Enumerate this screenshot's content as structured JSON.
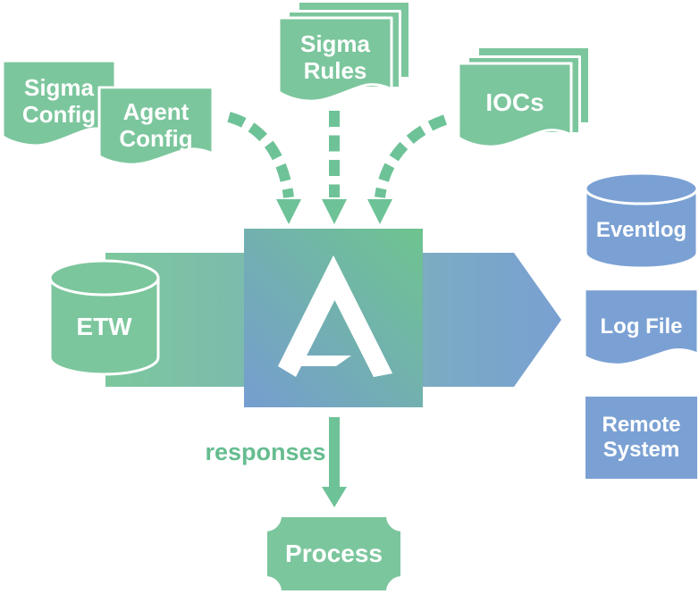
{
  "colors": {
    "background": "#ffffff",
    "green": "#7cc69d",
    "green_accent": "#6ec297",
    "blue": "#7ba1d4",
    "square_green": "#6ec48f",
    "square_blue": "#769dd0",
    "arrow_green": "#7cc79d",
    "arrow_blue": "#7aa0d2",
    "label_text": "#ffffff",
    "responses_text": "#66bd90"
  },
  "nodes": {
    "sigma_config": {
      "label": "Sigma Config",
      "shape": "document"
    },
    "agent_config": {
      "label": "Agent Config",
      "shape": "document"
    },
    "sigma_rules": {
      "label": "Sigma Rules",
      "shape": "document-stack"
    },
    "iocs": {
      "label": "IOCs",
      "shape": "document-stack"
    },
    "etw": {
      "label": "ETW",
      "shape": "cylinder"
    },
    "eventlog": {
      "label": "Eventlog",
      "shape": "cylinder"
    },
    "log_file": {
      "label": "Log File",
      "shape": "document"
    },
    "remote_system": {
      "label": "Remote System",
      "shape": "rectangle"
    },
    "process": {
      "label": "Process",
      "shape": "plaque"
    }
  },
  "edges": {
    "responses_label": "responses",
    "flows": [
      {
        "from": "agent_config",
        "to": "core",
        "style": "dashed-arrow"
      },
      {
        "from": "sigma_rules",
        "to": "core",
        "style": "dashed-arrow"
      },
      {
        "from": "iocs",
        "to": "core",
        "style": "dashed-arrow"
      },
      {
        "from": "etw",
        "to": "eventlog / log_file / remote_system",
        "style": "gradient-arrow"
      },
      {
        "from": "core",
        "to": "process",
        "style": "solid-arrow",
        "label": "responses"
      }
    ]
  }
}
